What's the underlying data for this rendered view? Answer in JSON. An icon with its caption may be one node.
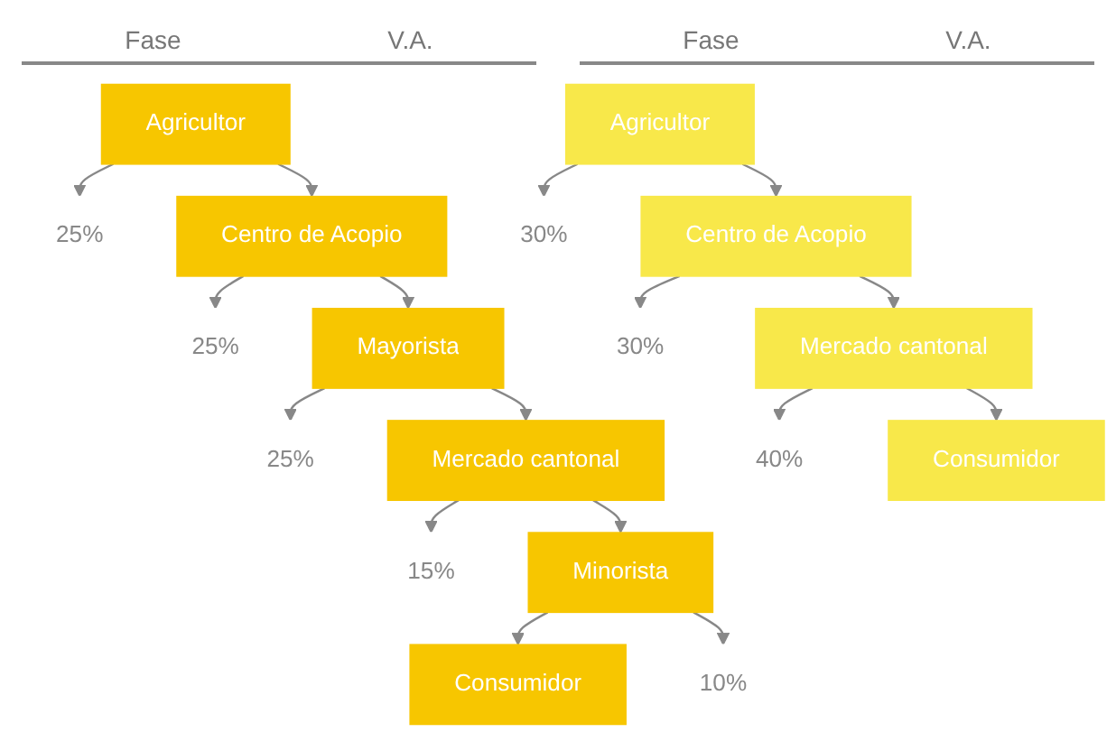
{
  "diagram": {
    "nodes": [
      {
        "text": [
          "Agricultor"
        ]
      },
      {
        "text": [
          "25%"
        ]
      },
      {
        "text": [
          "Centro de Acopio"
        ]
      },
      {
        "text": [
          "25%"
        ]
      },
      {
        "text": [
          "Mayorista"
        ]
      },
      {
        "text": [
          "25%"
        ]
      },
      {
        "text": [
          "Mercado cantonal"
        ]
      },
      {
        "text": [
          "15%"
        ]
      },
      {
        "text": [
          "Minorista"
        ]
      },
      {
        "text": [
          "10%"
        ]
      },
      {
        "text": [
          "Consumidor"
        ]
      },
      {
        "text": [
          "Agricultor"
        ]
      },
      {
        "text": [
          "30%"
        ]
      },
      {
        "text": [
          "Centro de Acopio"
        ]
      },
      {
        "text": [
          "30%"
        ]
      },
      {
        "text": [
          "Mercado cantonal"
        ]
      },
      {
        "text": [
          "40%"
        ]
      },
      {
        "text": [
          "Consumidor"
        ]
      }
    ],
    "edges": [
      {
        "from": 0,
        "to": 2,
        "arrow": "to"
      },
      {
        "from": 0,
        "to": 1,
        "arrow": "to"
      },
      {
        "from": 2,
        "to": 4,
        "arrow": "to"
      },
      {
        "from": 2,
        "to": 3,
        "arrow": "to"
      },
      {
        "from": 4,
        "to": 6,
        "arrow": "to"
      },
      {
        "from": 4,
        "to": 5,
        "arrow": "to"
      },
      {
        "from": 6,
        "to": 8,
        "arrow": "to"
      },
      {
        "from": 6,
        "to": 7,
        "arrow": "to"
      },
      {
        "from": 8,
        "to": 10,
        "arrow": "to"
      },
      {
        "from": 8,
        "to": 9,
        "arrow": "to"
      },
      {
        "from": 11,
        "to": 13,
        "arrow": "to"
      },
      {
        "from": 11,
        "to": 12,
        "arrow": "to"
      },
      {
        "from": 13,
        "to": 15,
        "arrow": "to"
      },
      {
        "from": 13,
        "to": 14,
        "arrow": "to"
      },
      {
        "from": 15,
        "to": 17,
        "arrow": "to"
      },
      {
        "from": 15,
        "to": 16,
        "arrow": "to"
      }
    ],
    "labels": [
      "Fase",
      "V.A.",
      "Fase",
      "V.A."
    ]
  }
}
